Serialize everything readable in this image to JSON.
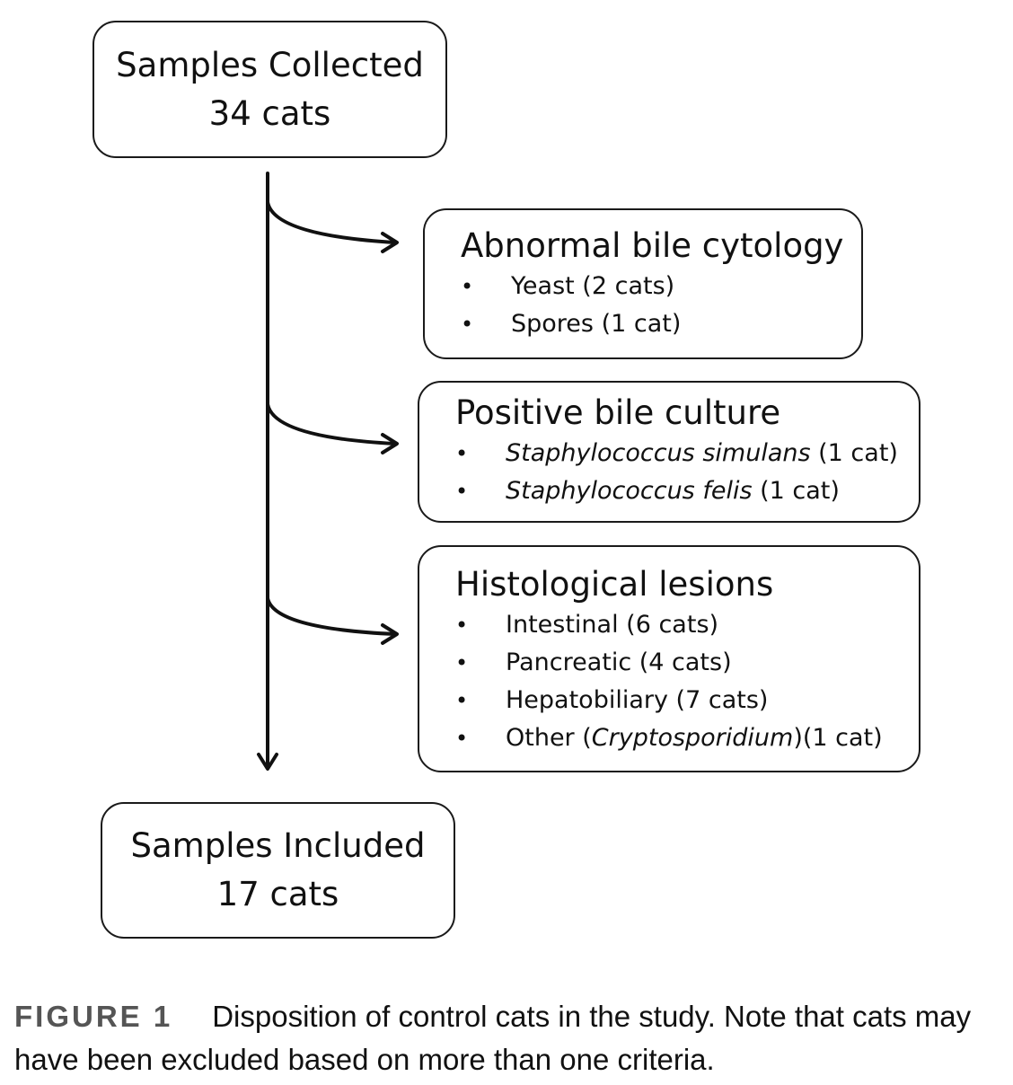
{
  "nodes": {
    "collected": {
      "line1": "Samples Collected",
      "line2": "34 cats"
    },
    "included": {
      "line1": "Samples Included",
      "line2": "17 cats"
    }
  },
  "exclusions": [
    {
      "title": "Abnormal bile cytology",
      "items": [
        {
          "pre": "Yeast (2 cats)",
          "italic": "",
          "post": ""
        },
        {
          "pre": "Spores (1 cat)",
          "italic": "",
          "post": ""
        }
      ]
    },
    {
      "title": "Positive bile culture",
      "items": [
        {
          "pre": "",
          "italic": "Staphylococcus simulans",
          "post": " (1 cat)"
        },
        {
          "pre": "",
          "italic": "Staphylococcus felis",
          "post": " (1 cat)"
        }
      ]
    },
    {
      "title": "Histological lesions",
      "items": [
        {
          "pre": "Intestinal (6 cats)",
          "italic": "",
          "post": ""
        },
        {
          "pre": "Pancreatic (4 cats)",
          "italic": "",
          "post": ""
        },
        {
          "pre": "Hepatobiliary (7 cats)",
          "italic": "",
          "post": ""
        },
        {
          "pre": "Other (",
          "italic": "Cryptosporidium",
          "post": ")(1 cat)"
        }
      ]
    }
  ],
  "bullet_glyph": "•",
  "caption": {
    "label": "FIGURE 1",
    "text": "Disposition of control cats in the study. Note that cats may have been excluded based on more than one criteria."
  }
}
